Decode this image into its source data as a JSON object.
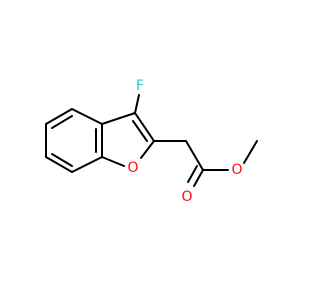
{
  "molecule": {
    "atoms": {
      "fluorine": {
        "symbol": "F",
        "color": "#33cccc"
      },
      "ring_oxygen": {
        "symbol": "O",
        "color": "#ff0d0d"
      },
      "carbonyl_oxygen": {
        "symbol": "O",
        "color": "#ff0d0d"
      },
      "ester_oxygen": {
        "symbol": "O",
        "color": "#ff0d0d"
      }
    },
    "bond_color": "#000000"
  }
}
